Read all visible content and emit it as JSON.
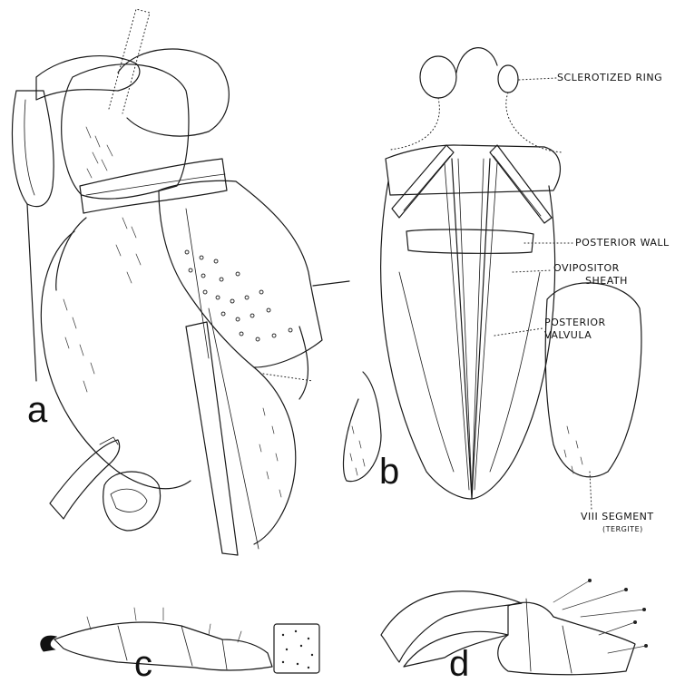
{
  "panels": {
    "a": "a",
    "b": "b",
    "c": "c",
    "d": "d"
  },
  "callouts": {
    "sclerotized_ring": "SCLEROTIZED RING",
    "posterior_wall": "POSTERIOR WALL",
    "ovipositor_sheath_1": "OVIPOSITOR",
    "ovipositor_sheath_2": "SHEATH",
    "posterior_valvula_1": "POSTERIOR",
    "posterior_valvula_2": "VALVULA",
    "segment_1": "VIII SEGMENT",
    "segment_2": "(TERGITE)"
  },
  "colors": {
    "ink": "#1a1a1a",
    "paper": "#ffffff"
  }
}
